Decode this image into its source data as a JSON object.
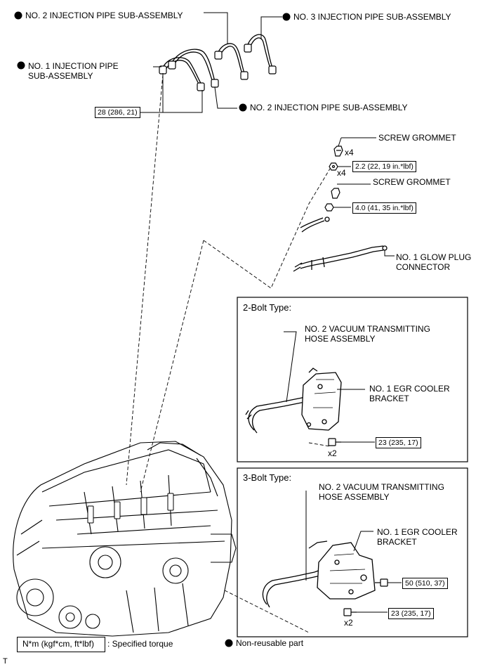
{
  "labels": {
    "no2_pipe_top": "NO. 2 INJECTION PIPE SUB-ASSEMBLY",
    "no3_pipe": "NO. 3 INJECTION PIPE SUB-ASSEMBLY",
    "no1_pipe_line1": "NO. 1 INJECTION PIPE",
    "no1_pipe_line2": "SUB-ASSEMBLY",
    "no2_pipe_mid": "NO. 2 INJECTION PIPE SUB-ASSEMBLY",
    "screw_grommet_1": "SCREW GROMMET",
    "screw_grommet_2": "SCREW GROMMET",
    "glow_line1": "NO. 1 GLOW PLUG",
    "glow_line2": "CONNECTOR"
  },
  "quantities": {
    "grommet_x4": "x4",
    "nut_x4": "x4",
    "bolt2_x2": "x2",
    "bolt3_x2": "x2"
  },
  "torques": {
    "injection_pipe": "28 (286, 21)",
    "grommet_nut": "2.2 (22, 19 in.*lbf)",
    "glow_nut": "4.0 (41, 35 in.*lbf)",
    "two_bolt": "23 (235, 17)",
    "three_bolt_upper": "50 (510, 37)",
    "three_bolt_lower": "23 (235, 17)"
  },
  "two_bolt": {
    "title": "2-Bolt Type:",
    "hose_line1": "NO. 2 VACUUM TRANSMITTING",
    "hose_line2": "HOSE ASSEMBLY",
    "bracket_line1": "NO. 1 EGR COOLER",
    "bracket_line2": "BRACKET"
  },
  "three_bolt": {
    "title": "3-Bolt Type:",
    "hose_line1": "NO. 2 VACUUM TRANSMITTING",
    "hose_line2": "HOSE ASSEMBLY",
    "bracket_line1": "NO. 1 EGR COOLER",
    "bracket_line2": "BRACKET"
  },
  "legend": {
    "torque_unit": "N*m (kgf*cm, ft*lbf)",
    "torque_desc": ": Specified torque",
    "nonreusable": "Non-reusable part"
  },
  "corner_mark": "T"
}
